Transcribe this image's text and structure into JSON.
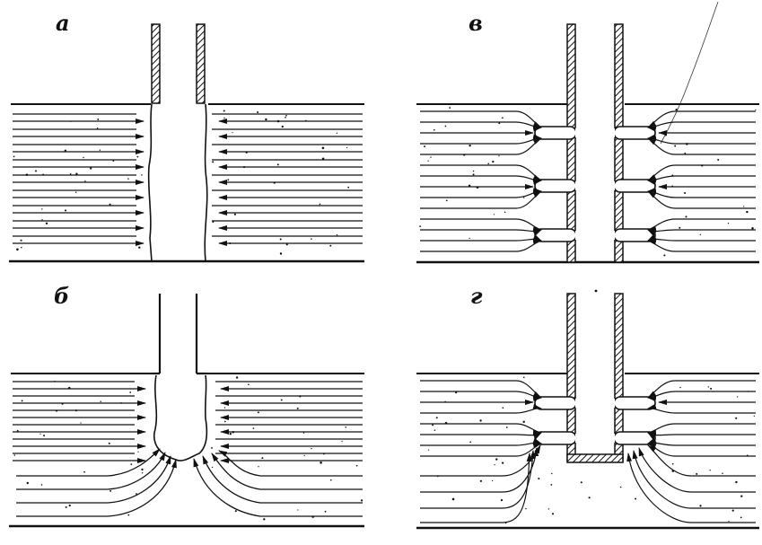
{
  "panels": [
    {
      "id": "a",
      "label": "а"
    },
    {
      "id": "v",
      "label": "в"
    },
    {
      "id": "b",
      "label": "б"
    },
    {
      "id": "g",
      "label": "г"
    }
  ],
  "colors": {
    "ink": "#111111",
    "paper": "#ffffff"
  }
}
